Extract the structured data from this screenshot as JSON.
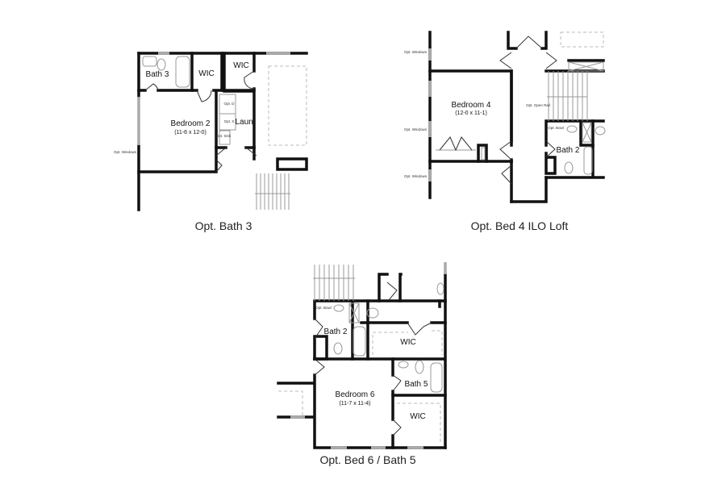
{
  "plans": [
    {
      "caption": "Opt. Bath 3",
      "rooms": [
        {
          "name": "Bath 3"
        },
        {
          "name": "WIC"
        },
        {
          "name": "WIC"
        },
        {
          "name": "Bedroom 2",
          "dims": "(11-6 x 12-0)"
        },
        {
          "name": "Laun."
        }
      ],
      "notes": {
        "windows": "Opt. Windows",
        "sink": "Opt. Sink",
        "dryer": "Opt. D",
        "washer": "Opt. S"
      }
    },
    {
      "caption": "Opt. Bed 4 ILO Loft",
      "rooms": [
        {
          "name": "Bedroom 4",
          "dims": "(12-0 x 11-1)"
        },
        {
          "name": "Bath 2"
        }
      ],
      "notes": {
        "windows": "Opt. Windows",
        "rail": "Opt. Open Rail",
        "bowl": "Opt. Bowl"
      }
    },
    {
      "caption": "Opt. Bed 6 / Bath 5",
      "rooms": [
        {
          "name": "Bath 2"
        },
        {
          "name": "WIC"
        },
        {
          "name": "Bath 5"
        },
        {
          "name": "Bedroom 6",
          "dims": "(11-7 x 11-4)"
        },
        {
          "name": "WIC"
        }
      ],
      "notes": {
        "bowl": "Opt. Bowl"
      }
    }
  ]
}
